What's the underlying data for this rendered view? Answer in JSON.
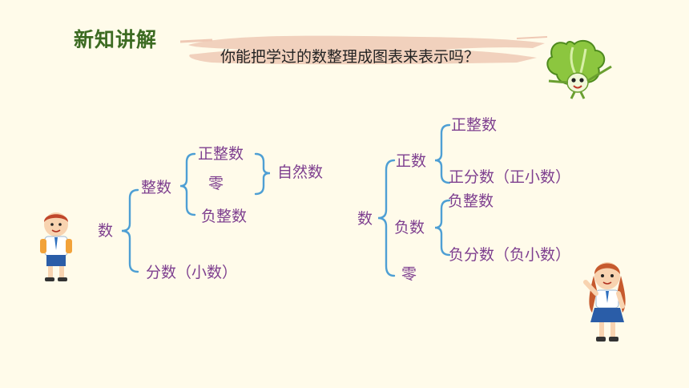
{
  "slide": {
    "section_title": "新知讲解",
    "question": "你能把学过的数整理成图表来表示吗？"
  },
  "left_diagram": {
    "root": "数",
    "integer": "整数",
    "positive_integer": "正整数",
    "zero": "零",
    "negative_integer": "负整数",
    "natural_number": "自然数",
    "fraction": "分数（小数）"
  },
  "right_diagram": {
    "root": "数",
    "positive": "正数",
    "negative": "负数",
    "zero": "零",
    "positive_integer": "正整数",
    "positive_fraction": "正分数（正小数）",
    "negative_integer": "负整数",
    "negative_fraction": "负分数（负小数）"
  },
  "colors": {
    "background": "#FFFBEA",
    "title": "#3C6B22",
    "node_text": "#7E3F8F",
    "brace": "#4E9FD4",
    "brush": "#EFC9B5"
  },
  "icons": [
    "cabbage-mascot-icon",
    "schoolboy-icon",
    "schoolgirl-icon"
  ]
}
